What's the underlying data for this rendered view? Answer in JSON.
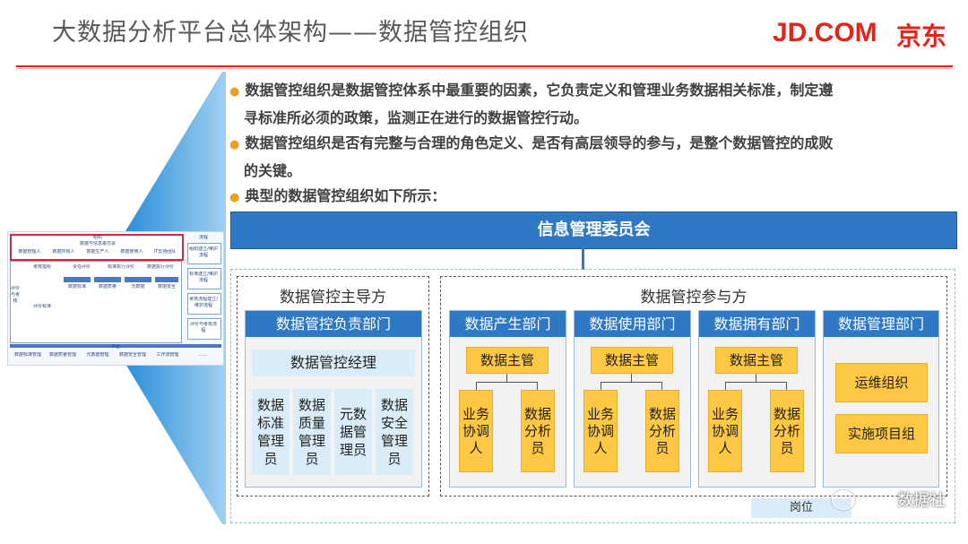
{
  "header": {
    "title": "大数据分析平台总体架构——数据管控组织",
    "logo_latin": "JD.COM",
    "logo_cn": "京东"
  },
  "bullets": [
    {
      "line1": "数据管控组织是数据管控体系中最重要的因素，它负责定义和管理业务数据相关标准，制定遵",
      "line2": "寻标准所必须的政策，监测正在进行的数据管控行动。"
    },
    {
      "line1": "数据管控组织是否有完整与合理的角色定义、是否有高层领导的参与，是整个数据管控的成败",
      "line2": "的关键。"
    },
    {
      "line1": "典型的数据管控组织如下所示：",
      "line2": ""
    }
  ],
  "org": {
    "board": "信息管理委员会",
    "lead_group_title": "数据管控主导方",
    "part_group_title": "数据管控参与方",
    "lead_dept": {
      "name": "数据管控负责部门",
      "manager": "数据管控经理",
      "roles": [
        "数据标准管理员",
        "数据质量管理员",
        "元数据管理员",
        "数据安全管理员"
      ]
    },
    "part_depts": [
      {
        "name": "数据产生部门",
        "manager": "数据主管",
        "roles": [
          "业务协调人",
          "数据分析员"
        ]
      },
      {
        "name": "数据使用部门",
        "manager": "数据主管",
        "roles": [
          "业务协调人",
          "数据分析员"
        ]
      },
      {
        "name": "数据拥有部门",
        "manager": "数据主管",
        "roles": [
          "业务协调人",
          "数据分析员"
        ]
      }
    ],
    "mgmt_dept": {
      "name": "数据管理部门",
      "items": [
        "运维组织",
        "实施项目组"
      ]
    },
    "legend": "岗位"
  },
  "watermark": "数据社",
  "thumbnail": {
    "org_title": "组织",
    "org_sub": "数据与信息委员会",
    "org_roles": [
      "数据管理人",
      "数据所有人",
      "数据生产人",
      "数据使用人",
      "IT支持团队"
    ],
    "flow_title": "流程",
    "flows": [
      "组织建立/维护流程",
      "标准建立/维护流程",
      "考核流程建立/维护流程",
      "评价与考核流程"
    ],
    "left_label": "评价与考核",
    "metrics": [
      "考核指标",
      "责任评价",
      "标准执行评价",
      "数据执行评价"
    ],
    "eval_label": "评价标准",
    "domains": [
      "数据标准",
      "数据质量",
      "元数据",
      "数据安全"
    ],
    "platform_title": "平台",
    "platform_items": [
      "数据标准管理",
      "数据质量管理",
      "元数据管理",
      "数据安全管理",
      "工作流管理",
      "……"
    ]
  }
}
